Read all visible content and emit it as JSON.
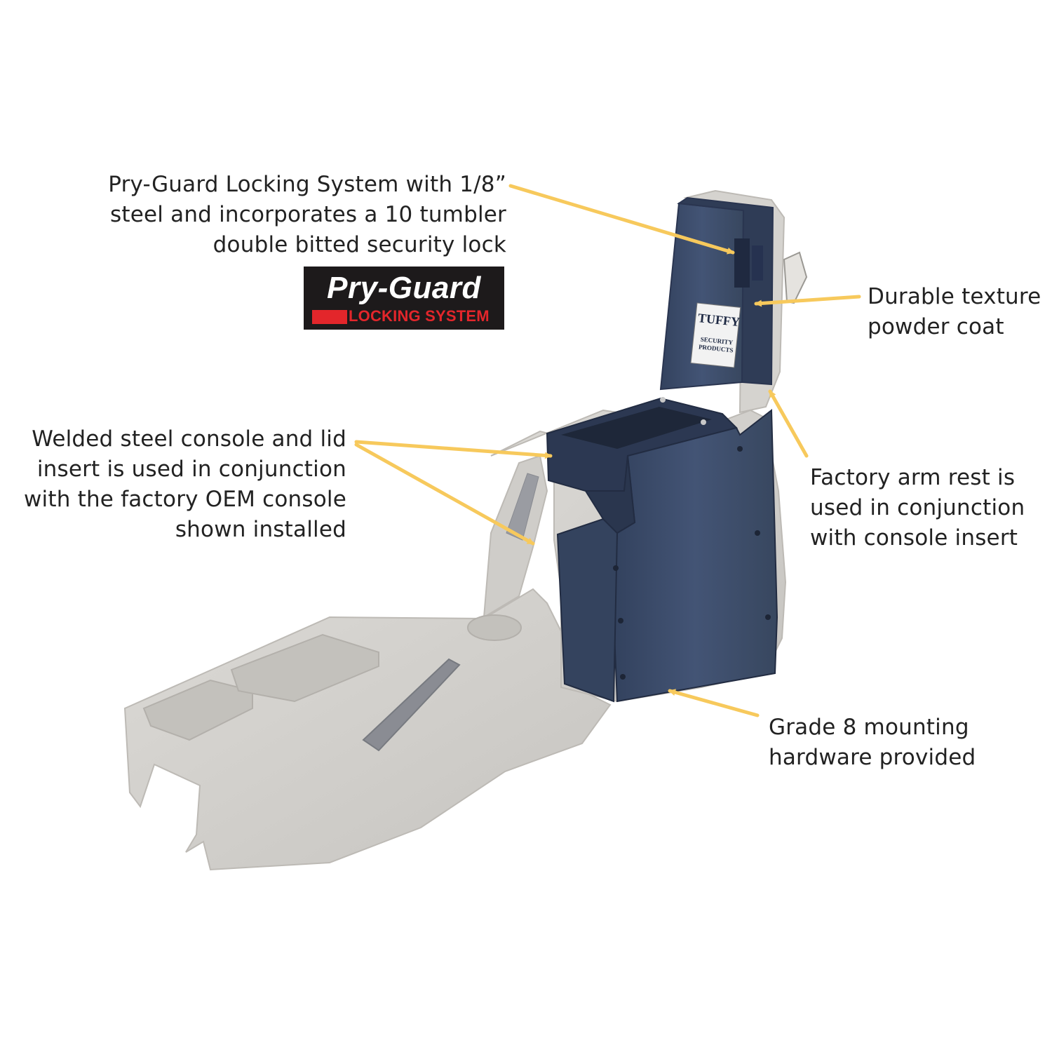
{
  "callouts": {
    "pryguard": {
      "lines": [
        "Pry-Guard Locking System with 1/8”",
        "steel and incorporates a 10 tumbler",
        "double bitted security lock"
      ]
    },
    "welded": {
      "lines": [
        "Welded steel console and lid",
        "insert is used in conjunction",
        "with the factory OEM console",
        "shown installed"
      ]
    },
    "powder": {
      "lines": [
        "Durable texture",
        "powder coat"
      ]
    },
    "armrest": {
      "lines": [
        "Factory arm rest is",
        "used in conjunction",
        "with console insert"
      ]
    },
    "grade8": {
      "lines": [
        "Grade 8 mounting",
        "hardware provided"
      ]
    }
  },
  "logo": {
    "title": "Pry-Guard",
    "subtitle": "LOCKING SYSTEM"
  },
  "product_badge": {
    "brand": "TUFFY",
    "line1": "SECURITY",
    "line2": "PRODUCTS"
  },
  "colors": {
    "arrow": "#f7c95c",
    "console_body": "#3d4d6b",
    "oem_console": "#d3d1cd",
    "text": "#222222",
    "logo_bg": "#1d1a1b",
    "logo_accent": "#e3262b"
  }
}
